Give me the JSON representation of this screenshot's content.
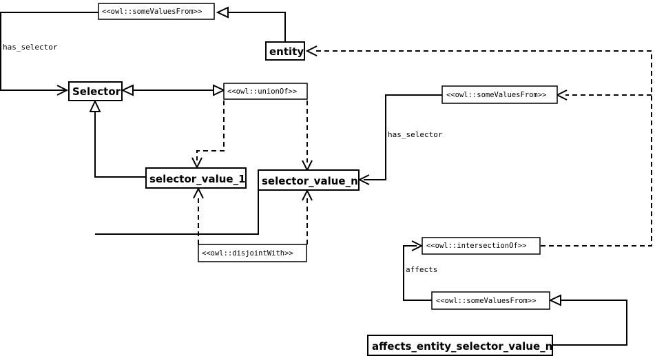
{
  "nodes": {
    "svf_top": "<<owl::someValuesFrom>>",
    "entity": "entity",
    "selector": "Selector",
    "union_of": "<<owl::unionOf>>",
    "svf_right": "<<owl::someValuesFrom>>",
    "selector_value_1": "selector_value_1",
    "selector_value_n": "selector_value_n",
    "disjoint_with": "<<owl::disjointWith>>",
    "intersection_of": "<<owl::intersectionOf>>",
    "svf_bottom": "<<owl::someValuesFrom>>",
    "affects_node": "affects_entity_selector_value_n"
  },
  "edge_labels": {
    "has_selector_left": "has_selector",
    "has_selector_right": "has_selector",
    "affects": "affects"
  }
}
